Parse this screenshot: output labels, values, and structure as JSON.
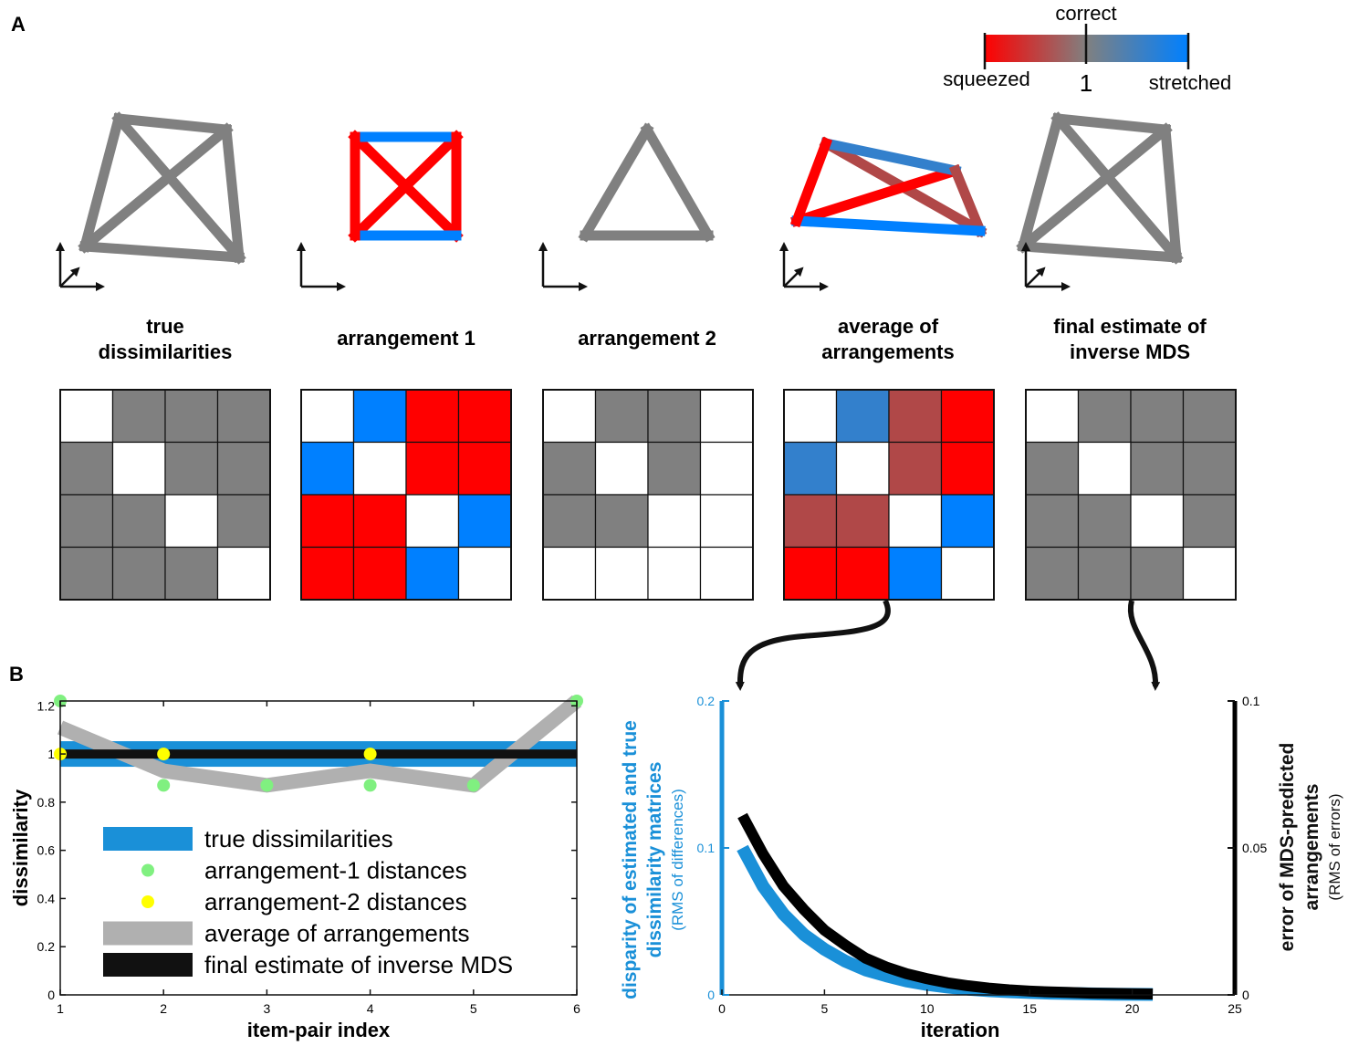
{
  "panel_a": {
    "letter": "A",
    "colorbar": {
      "top_label": "correct",
      "left_label": "squeezed",
      "center_label": "1",
      "right_label": "stretched",
      "colors": {
        "squeezed": "#ff0000",
        "correct": "#808080",
        "stretched": "#0080ff"
      }
    },
    "columns": [
      {
        "title_lines": [
          "true",
          "dissimilarities"
        ],
        "edge_colors": {
          "12": "#808080",
          "13": "#808080",
          "14": "#808080",
          "23": "#808080",
          "24": "#808080",
          "34": "#808080"
        },
        "matrix": [
          [
            "W",
            "G",
            "G",
            "G"
          ],
          [
            "G",
            "W",
            "G",
            "G"
          ],
          [
            "G",
            "G",
            "W",
            "G"
          ],
          [
            "G",
            "G",
            "G",
            "W"
          ]
        ]
      },
      {
        "title_lines": [
          "arrangement 1"
        ],
        "edge_colors": {
          "12": "#0080ff",
          "34": "#0080ff",
          "13": "#ff0000",
          "14": "#ff0000",
          "23": "#ff0000",
          "24": "#ff0000"
        },
        "matrix": [
          [
            "W",
            "B",
            "R",
            "R"
          ],
          [
            "B",
            "W",
            "R",
            "R"
          ],
          [
            "R",
            "R",
            "W",
            "B"
          ],
          [
            "R",
            "R",
            "B",
            "W"
          ]
        ]
      },
      {
        "title_lines": [
          "arrangement 2"
        ],
        "edge_colors": {
          "12": "#808080",
          "13": "#808080",
          "23": "#808080"
        },
        "matrix": [
          [
            "W",
            "G",
            "G",
            "W"
          ],
          [
            "G",
            "W",
            "G",
            "W"
          ],
          [
            "G",
            "G",
            "W",
            "W"
          ],
          [
            "W",
            "W",
            "W",
            "W"
          ]
        ]
      },
      {
        "title_lines": [
          "average of",
          "arrangements"
        ],
        "edge_colors": {
          "12": "#3380cc",
          "13": "#b04848",
          "14": "#ff0000",
          "23": "#b04848",
          "24": "#ff0000",
          "34": "#0080ff"
        },
        "matrix": [
          [
            "W",
            "MB",
            "DR",
            "R"
          ],
          [
            "MB",
            "W",
            "DR",
            "R"
          ],
          [
            "DR",
            "DR",
            "W",
            "B"
          ],
          [
            "R",
            "R",
            "B",
            "W"
          ]
        ]
      },
      {
        "title_lines": [
          "final estimate of",
          "inverse MDS"
        ],
        "edge_colors": {
          "12": "#808080",
          "13": "#808080",
          "14": "#808080",
          "23": "#808080",
          "24": "#808080",
          "34": "#808080"
        },
        "matrix": [
          [
            "W",
            "G",
            "G",
            "G"
          ],
          [
            "G",
            "W",
            "G",
            "G"
          ],
          [
            "G",
            "G",
            "W",
            "G"
          ],
          [
            "G",
            "G",
            "G",
            "W"
          ]
        ]
      }
    ],
    "cell_colors": {
      "W": "#ffffff",
      "G": "#808080",
      "B": "#0080ff",
      "R": "#ff0000",
      "MB": "#3380cc",
      "DR": "#b04848"
    }
  },
  "panel_b": {
    "letter": "B",
    "chart_data": [
      {
        "type": "line",
        "xlabel": "item-pair index",
        "ylabel": "dissimilarity",
        "xlim": [
          1,
          6
        ],
        "ylim": [
          0,
          1.2
        ],
        "xticks": [
          1,
          2,
          3,
          4,
          5,
          6
        ],
        "yticks": [
          0,
          0.2,
          0.4,
          0.6,
          0.8,
          1,
          1.2
        ],
        "x": [
          1,
          2,
          3,
          4,
          5,
          6
        ],
        "series": [
          {
            "name": "true dissimilarities",
            "style": "thick-band",
            "color": "#1a90d8",
            "values": [
              1,
              1,
              1,
              1,
              1,
              1
            ]
          },
          {
            "name": "arrangement-1 distances",
            "style": "markers",
            "color": "#80f080",
            "values": [
              1.22,
              0.87,
              0.87,
              0.87,
              0.87,
              1.22
            ]
          },
          {
            "name": "arrangement-2 distances",
            "style": "markers",
            "color": "#ffff00",
            "values": [
              1,
              1,
              null,
              1,
              null,
              null
            ]
          },
          {
            "name": "average of arrangements",
            "style": "thick-line",
            "color": "#b0b0b0",
            "values": [
              1.11,
              0.93,
              0.87,
              0.93,
              0.87,
              1.22
            ]
          },
          {
            "name": "final estimate of inverse MDS",
            "style": "line",
            "color": "#111111",
            "values": [
              1,
              1,
              1,
              1,
              1,
              1
            ]
          }
        ],
        "legend_position": "bottom-left",
        "legend": [
          {
            "label": "true dissimilarities",
            "kind": "band",
            "color": "#1a90d8"
          },
          {
            "label": "arrangement-1 distances",
            "kind": "dot",
            "color": "#80f080"
          },
          {
            "label": "arrangement-2 distances",
            "kind": "dot",
            "color": "#ffff00"
          },
          {
            "label": "average of arrangements",
            "kind": "band",
            "color": "#b0b0b0"
          },
          {
            "label": "final estimate of inverse MDS",
            "kind": "band",
            "color": "#111111"
          }
        ]
      },
      {
        "type": "line",
        "xlabel": "iteration",
        "xlim": [
          0,
          25
        ],
        "xticks": [
          0,
          5,
          10,
          15,
          20,
          25
        ],
        "left_axis": {
          "label_lines": [
            "disparity of estimated and true",
            "dissimilarity matrices"
          ],
          "sublabel": "(RMS of differences)",
          "color": "#1a90d8",
          "ylim": [
            0,
            0.2
          ],
          "ticks": [
            0,
            0.1,
            0.2
          ]
        },
        "right_axis": {
          "label_lines": [
            "error of MDS-predicted",
            "arrangements"
          ],
          "sublabel": "(RMS of errors)",
          "color": "#000000",
          "ylim": [
            0,
            0.1
          ],
          "ticks": [
            0,
            0.05,
            0.1
          ]
        },
        "x": [
          1,
          2,
          3,
          4,
          5,
          6,
          7,
          8,
          9,
          10,
          11,
          12,
          13,
          14,
          15,
          16,
          17,
          18,
          19,
          20,
          21
        ],
        "series": [
          {
            "axis": "left",
            "color": "#1a90d8",
            "values": [
              0.1,
              0.074,
              0.055,
              0.041,
              0.031,
              0.023,
              0.017,
              0.013,
              0.0095,
              0.0071,
              0.0053,
              0.0039,
              0.0029,
              0.0022,
              0.0016,
              0.0012,
              0.0009,
              0.0007,
              0.0005,
              0.0004,
              0.0003
            ]
          },
          {
            "axis": "right",
            "color": "#000000",
            "values": [
              0.061,
              0.048,
              0.037,
              0.029,
              0.022,
              0.017,
              0.0125,
              0.0095,
              0.0072,
              0.0055,
              0.0041,
              0.0031,
              0.0023,
              0.0017,
              0.0013,
              0.001,
              0.0008,
              0.0006,
              0.0005,
              0.0004,
              0.0003
            ]
          }
        ]
      }
    ]
  }
}
